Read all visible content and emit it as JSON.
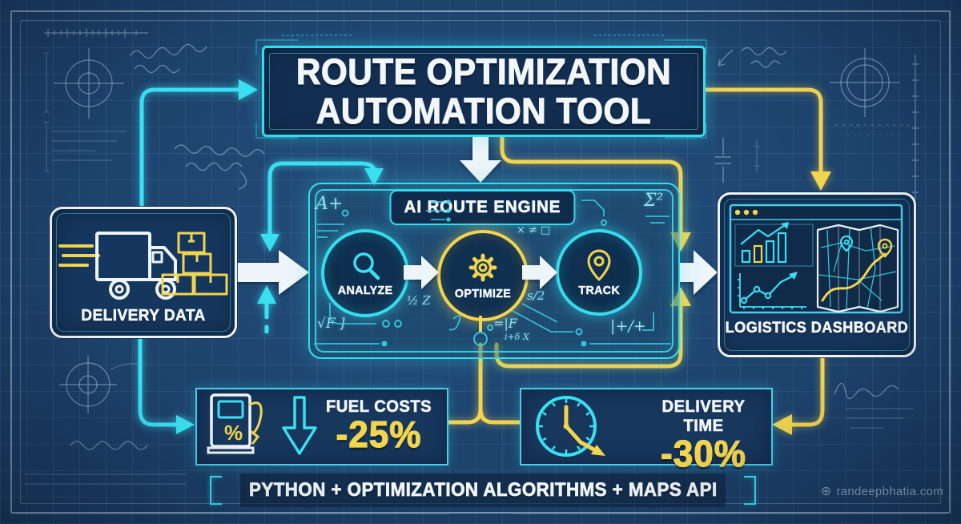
{
  "palette": {
    "background": "#1B3E66",
    "cyan": "#3AE0F2",
    "yellow": "#F2D44F",
    "white": "#F2F7FA"
  },
  "title": {
    "line1": "ROUTE OPTIMIZATION",
    "line2": "AUTOMATION TOOL"
  },
  "delivery": {
    "label": "DELIVERY DATA",
    "icons": [
      "delivery-truck-icon",
      "packages-icon"
    ]
  },
  "engine": {
    "label": "AI ROUTE ENGINE",
    "steps": [
      {
        "label": "ANALYZE",
        "icon": "magnifier-icon"
      },
      {
        "label": "OPTIMIZE",
        "icon": "gear-icon"
      },
      {
        "label": "TRACK",
        "icon": "location-pin-icon"
      }
    ],
    "formulas": [
      "A+",
      "Σ²",
      "× ≠ □",
      "½ Z",
      "s/2",
      "√F ]",
      "=|F",
      "i+δ X",
      "|+/+"
    ]
  },
  "dashboard": {
    "label": "LOGISTICS DASHBOARD",
    "icons": [
      "bar-chart-icon",
      "line-chart-icon",
      "route-map-icon"
    ]
  },
  "stats": [
    {
      "label": "FUEL COSTS",
      "value": "-25%",
      "icon": "fuel-pump-icon",
      "icon_symbol": "%",
      "trend_icon": "down-arrow-icon"
    },
    {
      "label": "DELIVERY TIME",
      "value": "-30%",
      "icon": "clock-down-icon"
    }
  ],
  "tech_stack": {
    "text": "PYTHON + OPTIMIZATION ALGORITHMS + MAPS API"
  },
  "watermark": {
    "icon": "globe-icon",
    "text": "randeepbhatia.com"
  }
}
